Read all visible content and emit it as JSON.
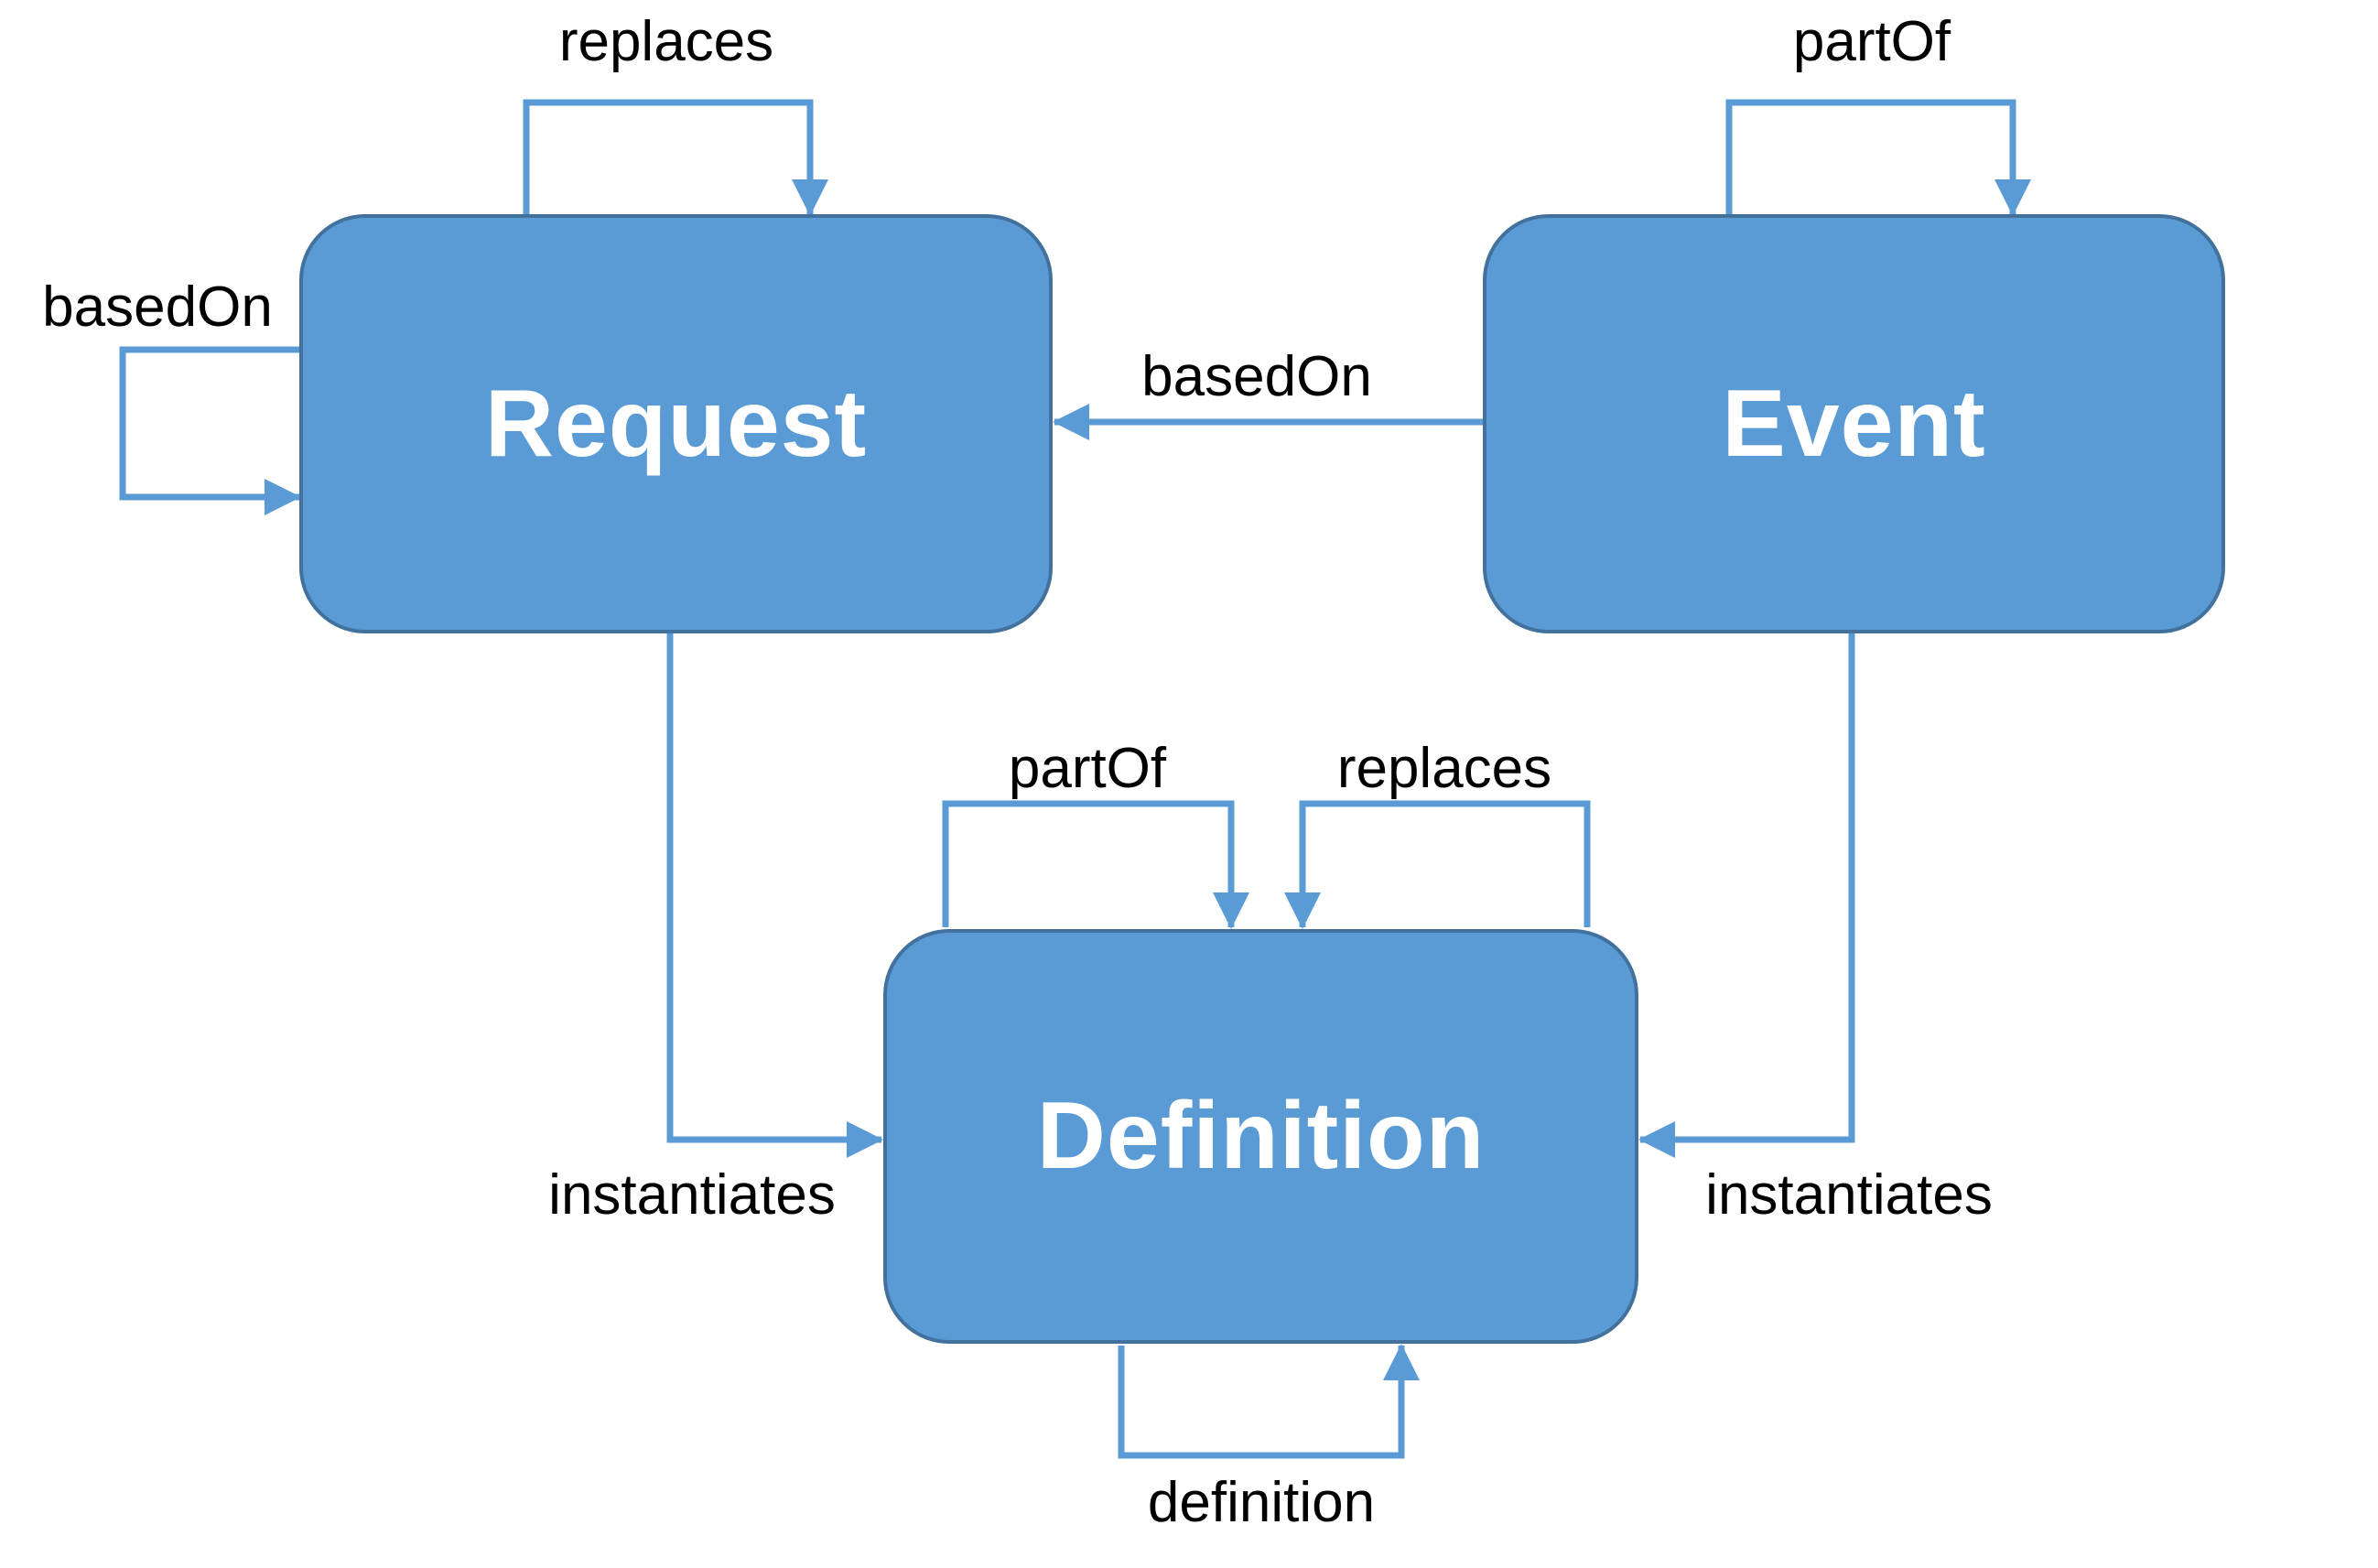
{
  "diagram": {
    "background": "#FFFFFF",
    "colors": {
      "node_fill": "#5B9BD5",
      "node_border": "#41719C",
      "connector": "#5B9BD5",
      "node_label_color": "#FFFFFF",
      "edge_label_color": "#000000"
    },
    "nodes": {
      "request": {
        "label": "Request"
      },
      "event": {
        "label": "Event"
      },
      "definition": {
        "label": "Definition"
      }
    },
    "edges": {
      "request_self_replaces": {
        "label": "replaces",
        "from": "Request",
        "to": "Request"
      },
      "request_self_basedOn": {
        "label": "basedOn",
        "from": "Request",
        "to": "Request"
      },
      "event_self_partOf": {
        "label": "partOf",
        "from": "Event",
        "to": "Event"
      },
      "event_to_request_basedOn": {
        "label": "basedOn",
        "from": "Event",
        "to": "Request"
      },
      "request_to_definition_instantiates": {
        "label": "instantiates",
        "from": "Request",
        "to": "Definition"
      },
      "event_to_definition_instantiates": {
        "label": "instantiates",
        "from": "Event",
        "to": "Definition"
      },
      "definition_self_partOf": {
        "label": "partOf",
        "from": "Definition",
        "to": "Definition"
      },
      "definition_self_replaces": {
        "label": "replaces",
        "from": "Definition",
        "to": "Definition"
      },
      "definition_self_definition": {
        "label": "definition",
        "from": "Definition",
        "to": "Definition"
      }
    }
  }
}
